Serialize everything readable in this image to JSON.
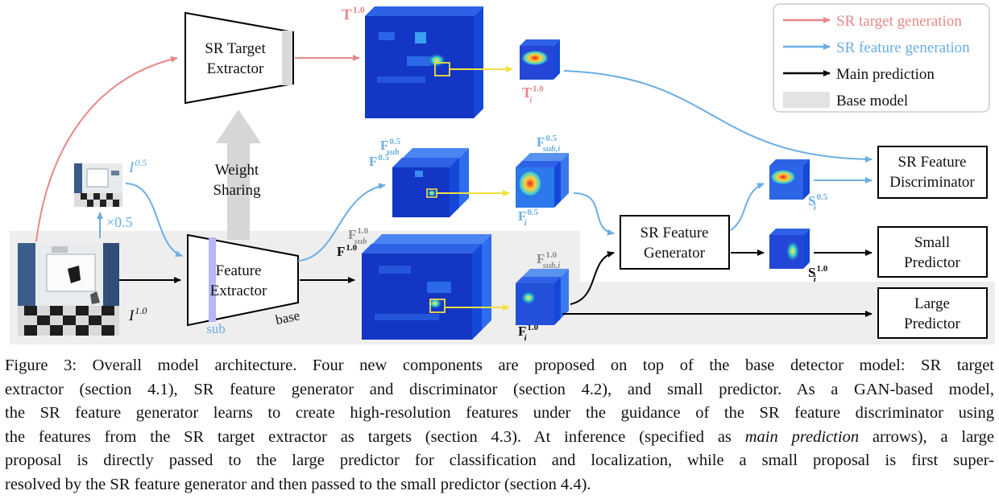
{
  "legend": {
    "items": [
      {
        "label": "SR target generation",
        "color": "#e8888a"
      },
      {
        "label": "SR feature generation",
        "color": "#6aaee6"
      },
      {
        "label": "Main prediction",
        "color": "#000000"
      },
      {
        "label": "Base model",
        "color": "#e3e3e3"
      }
    ]
  },
  "colors": {
    "sr_target": "#e8888a",
    "sr_feature": "#6aaee6",
    "main": "#000000",
    "base_model": "#eeeeee",
    "highlight": "#f0e040"
  },
  "blocks": {
    "sr_target_extractor": [
      "SR Target",
      "Extractor"
    ],
    "feature_extractor": [
      "Feature",
      "Extractor"
    ],
    "sr_feature_generator": [
      "SR Feature",
      "Generator"
    ],
    "sr_feature_discriminator": [
      "SR Feature",
      "Discriminator"
    ],
    "small_predictor": [
      "Small",
      "Predictor"
    ],
    "large_predictor": [
      "Large",
      "Predictor"
    ]
  },
  "labels": {
    "weight_sharing": [
      "Weight",
      "Sharing"
    ],
    "scale_factor": "×0.5",
    "sub": "sub",
    "base": "base",
    "T_big": {
      "sym": "T",
      "sup": "1.0"
    },
    "T_small": {
      "sym": "T",
      "sup": "1.0",
      "sub": "i"
    },
    "I_half": {
      "sym": "I",
      "sup": "0.5"
    },
    "I_full": {
      "sym": "I",
      "sup": "1.0"
    },
    "F_sub_half": {
      "sym": "F",
      "sub": "sub",
      "sup": "0.5"
    },
    "F_half": {
      "sym": "F",
      "sup": "0.5"
    },
    "F_sub_i_half": {
      "sym": "F",
      "sub": "sub,i",
      "sup": "0.5"
    },
    "F_i_half": {
      "sym": "F",
      "sub": "i",
      "sup": "0.5"
    },
    "F_sub_full": {
      "sym": "F",
      "sub": "sub",
      "sup": "1.0"
    },
    "F_full": {
      "sym": "F",
      "sup": "1.0"
    },
    "F_sub_i_full": {
      "sym": "F",
      "sub": "sub,i",
      "sup": "1.0"
    },
    "F_i_full": {
      "sym": "F",
      "sub": "i",
      "sup": "1.0"
    },
    "S_i_half": {
      "sym": "S",
      "sub": "i",
      "sup": "0.5"
    },
    "S_i_full": {
      "sym": "S",
      "sub": "i",
      "sup": "1.0"
    }
  },
  "caption": {
    "lines": [
      [
        "Figure 3: Overall model architecture. Four new components are proposed on top of the base detector model: SR target"
      ],
      [
        "extractor (section 4.1), SR feature generator and discriminator (section 4.2), and small predictor. As a GAN-based model,"
      ],
      [
        "the SR feature generator learns to create high-resolution features under the guidance of the SR feature discriminator using"
      ],
      [
        "the features from the SR target extractor as targets (section 4.3). At inference (specified as ",
        "main prediction",
        " arrows), a large"
      ],
      [
        "proposal is directly passed to the large predictor for classification and localization, while a small proposal is first super-"
      ],
      [
        "resolved by the SR feature generator and then passed to the small predictor (section 4.4)."
      ]
    ]
  }
}
